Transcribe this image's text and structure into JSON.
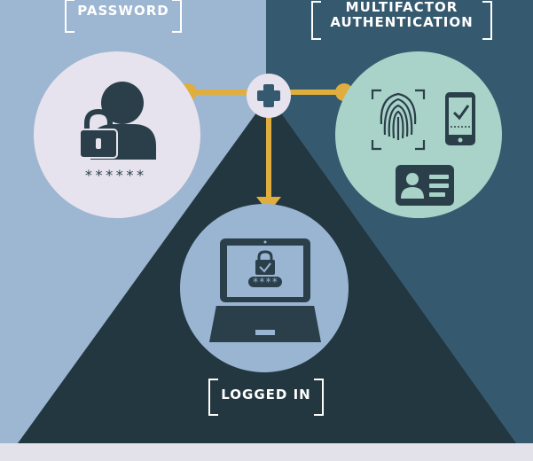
{
  "labels": {
    "password": "PASSWORD",
    "mfa_line1": "MULTIFACTOR",
    "mfa_line2": "AUTHENTICATION",
    "logged_in": "LOGGED IN"
  },
  "password_mask": "******",
  "laptop_pin_mask": "****",
  "icons": [
    "user-icon",
    "padlock-icon",
    "plus-icon",
    "fingerprint-icon",
    "smartphone-check-icon",
    "id-card-icon",
    "laptop-icon"
  ],
  "colors": {
    "left_panel": "#9db6d1",
    "right_panel": "#35596e",
    "triangle": "#233740",
    "bottom_strip": "#e3e1ea",
    "password_circle": "#e6e3ee",
    "mfa_circle": "#a9d3c8",
    "logged_circle": "#9ab5d2",
    "connector": "#e0ae3f",
    "icon_dark": "#2b3f4a"
  }
}
